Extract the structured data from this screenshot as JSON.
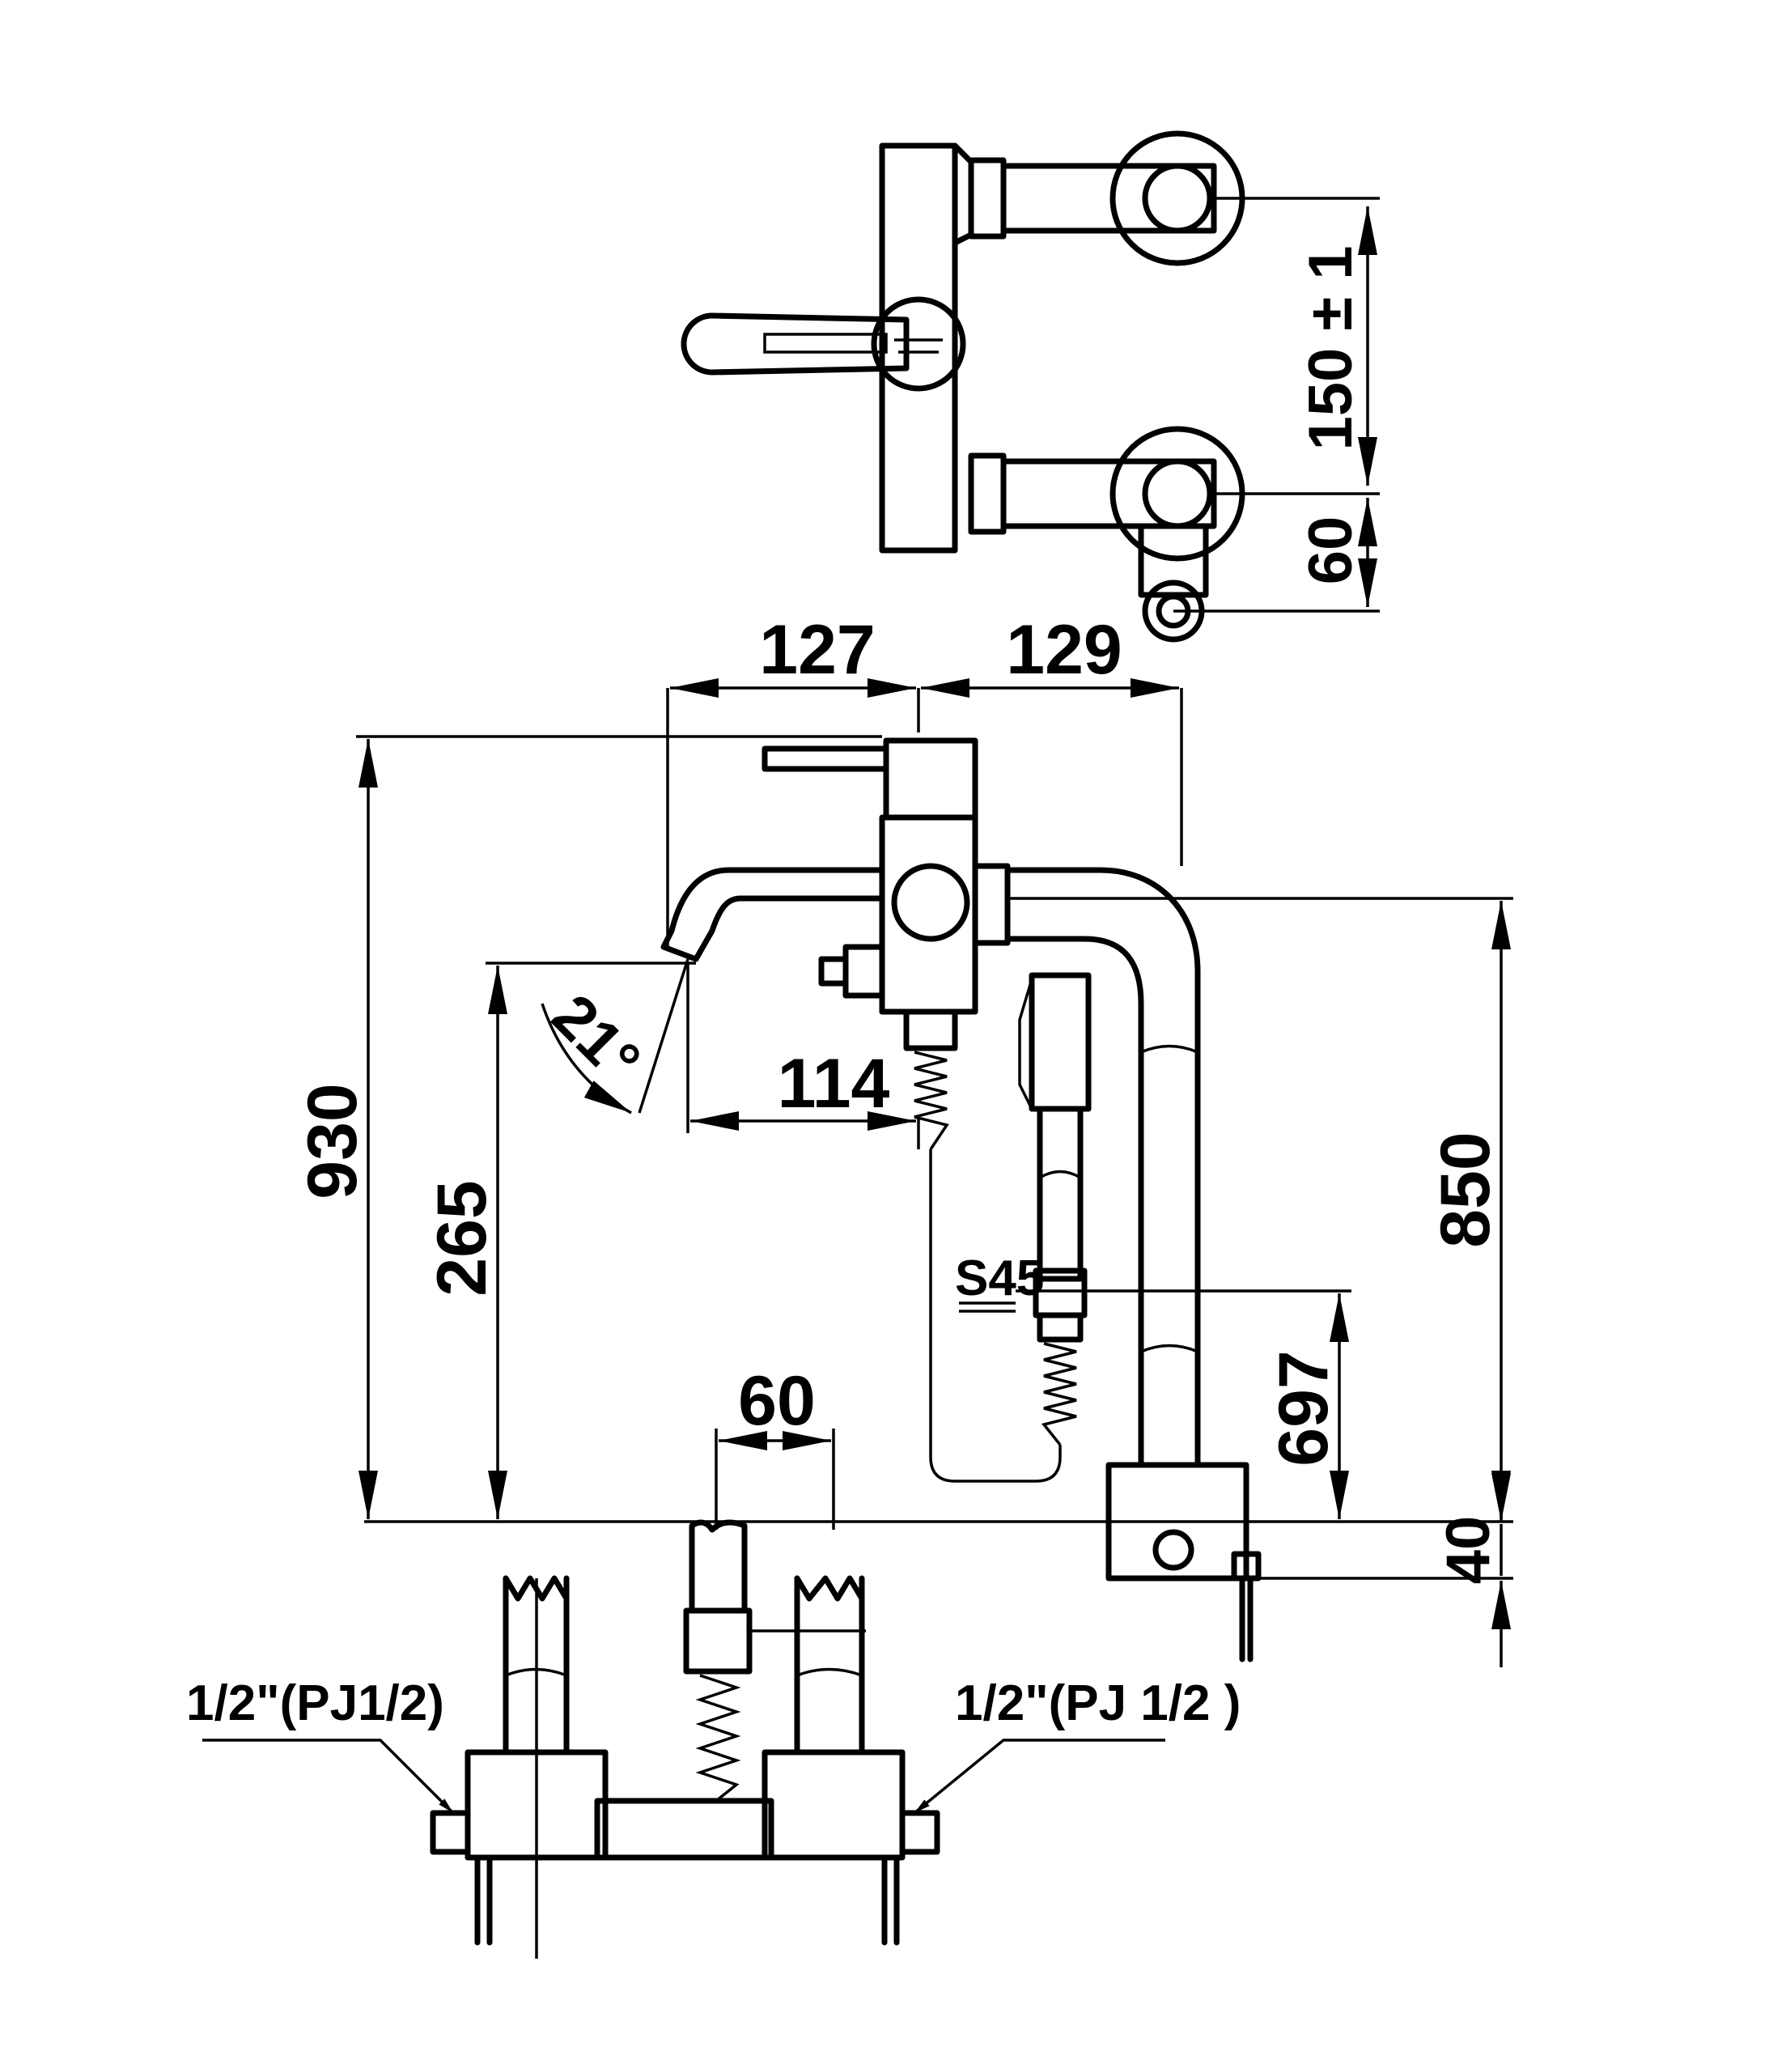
{
  "dimensions": {
    "d150": "150 ± 1",
    "d60_top": "60",
    "d127": "127",
    "d129": "129",
    "d930": "930",
    "d265": "265",
    "d21deg": "21°",
    "d114": "114",
    "d850": "850",
    "d697": "697",
    "d60_bottom": "60",
    "d40": "40"
  },
  "labels": {
    "hose_code": "S45",
    "inlet_left": "1/2\"(PJ1/2)",
    "inlet_right": "1/2\"(PJ 1/2 )"
  }
}
